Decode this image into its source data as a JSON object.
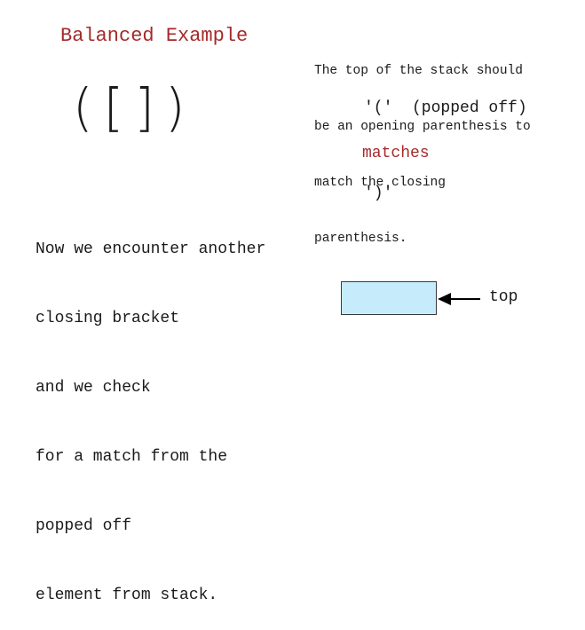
{
  "title": "Balanced Example",
  "expression": "([])",
  "explanation": [
    "Now we encounter another",
    "closing bracket",
    "and we check",
    "for a match from the",
    "popped off",
    "element from stack."
  ],
  "note": [
    "The top of the stack should",
    "be an opening parenthesis to",
    "match the closing",
    "parenthesis."
  ],
  "popped": "'('  (popped off)",
  "matches": "matches",
  "closing": "')'",
  "stack_top_label": "top",
  "colors": {
    "accent": "#a52a2a",
    "stack_fill": "#c6ecfb"
  }
}
